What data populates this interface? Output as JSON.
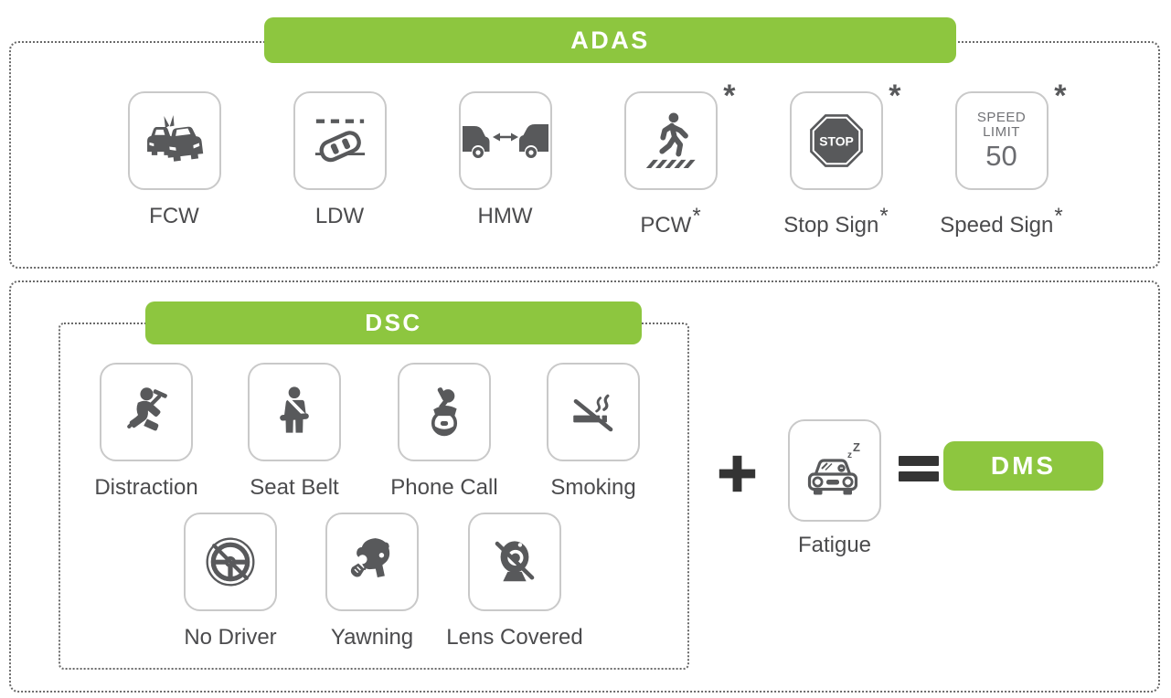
{
  "colors": {
    "green": "#8dc63f",
    "icon_gray": "#58595b",
    "label_gray": "#4b4b4d",
    "tile_border": "#c9c9c9",
    "dotted_border": "#6a6a6a",
    "operator": "#343434"
  },
  "asterisk": "*",
  "adas": {
    "banner": "ADAS",
    "items": [
      {
        "label": "FCW",
        "starred": false
      },
      {
        "label": "LDW",
        "starred": false
      },
      {
        "label": "HMW",
        "starred": false
      },
      {
        "label": "PCW",
        "starred": true
      },
      {
        "label": "Stop Sign",
        "starred": true
      },
      {
        "label": "Speed Sign",
        "starred": true
      }
    ],
    "stop_sign_text": "STOP",
    "speed_sign": {
      "line1": "SPEED",
      "line2": "LIMIT",
      "value": "50"
    }
  },
  "dms_formula": {
    "dsc_banner": "DSC",
    "dsc_items_row1": [
      {
        "label": "Distraction"
      },
      {
        "label": "Seat Belt"
      },
      {
        "label": "Phone Call"
      },
      {
        "label": "Smoking"
      }
    ],
    "dsc_items_row2": [
      {
        "label": "No Driver"
      },
      {
        "label": "Yawning"
      },
      {
        "label": "Lens Covered"
      }
    ],
    "plus": "+",
    "equals": "=",
    "fatigue": {
      "label": "Fatigue",
      "sleep_small": "z",
      "sleep_big": "Z"
    },
    "dms_banner": "DMS"
  }
}
